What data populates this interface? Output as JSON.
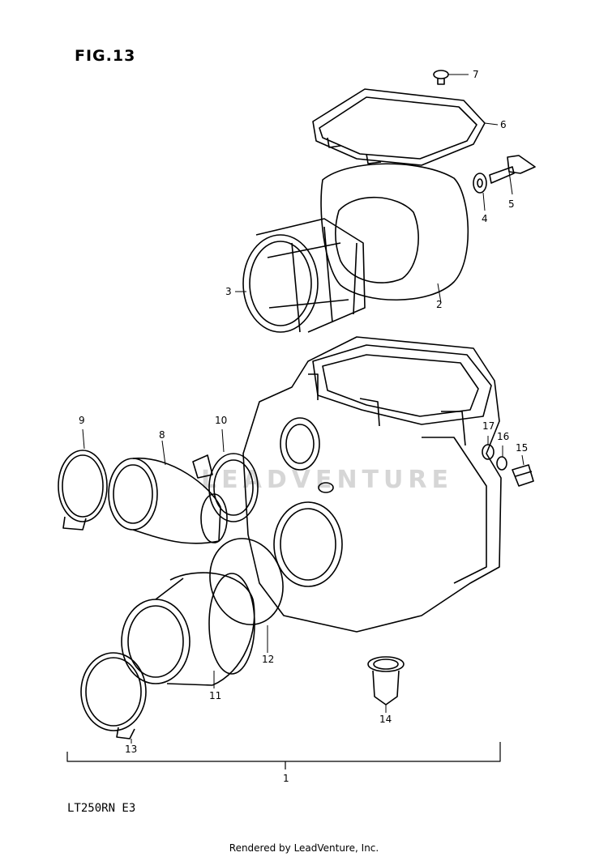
{
  "figure": {
    "title": "FIG.13"
  },
  "model_code": "LT250RN E3",
  "footer": "Rendered by LeadVenture, Inc.",
  "watermark": "LEADVENTURE",
  "callouts": [
    "1",
    "2",
    "3",
    "4",
    "5",
    "6",
    "7",
    "8",
    "9",
    "10",
    "11",
    "12",
    "13",
    "14",
    "15",
    "16",
    "17"
  ]
}
